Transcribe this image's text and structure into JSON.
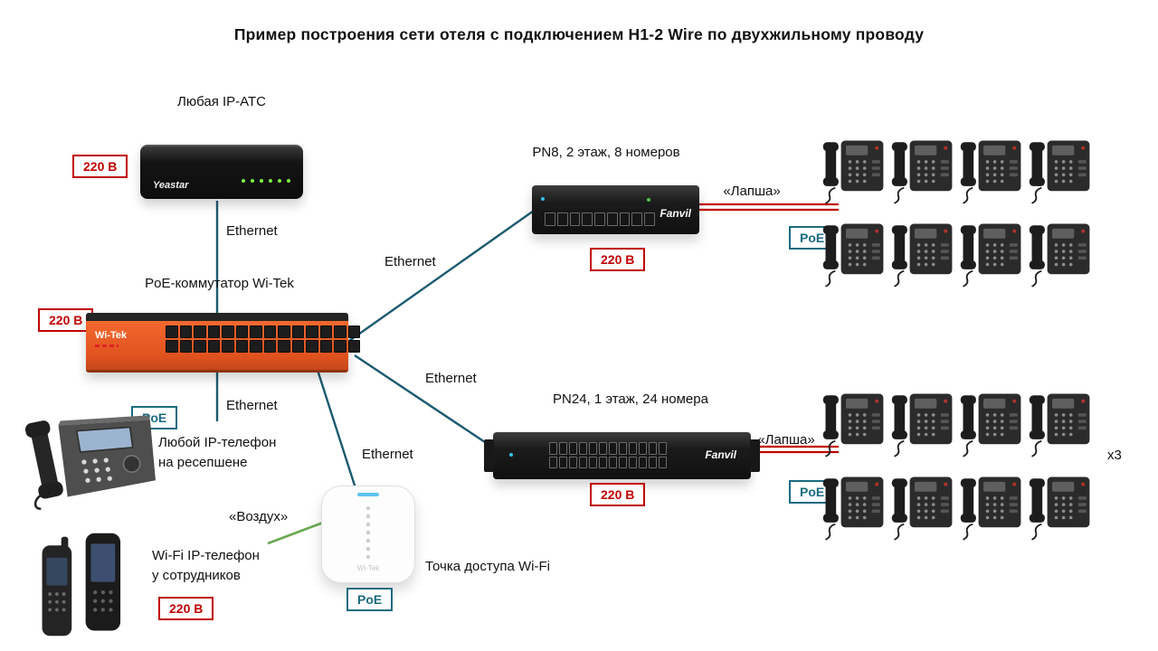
{
  "title": "Пример построения сети отеля с подключением H1-2 Wire по двухжильному проводу",
  "labels": {
    "pbx": "Любая IP-АТС",
    "poe_switch": "PoE-коммутатор Wi-Tek",
    "ethernet": "Ethernet",
    "reception_line1": "Любой IP-телефон",
    "reception_line2": "на ресепшене",
    "wifi_line1": "Wi-Fi IP-телефон",
    "wifi_line2": "у сотрудников",
    "air": "«Воздух»",
    "ap": "Точка доступа Wi-Fi",
    "pn8": "PN8, 2 этаж, 8 номеров",
    "pn24": "PN24, 1 этаж, 24 номера",
    "lapsha": "«Лапша»",
    "x3": "x3"
  },
  "badges": {
    "power": "220 В",
    "poe": "PoE"
  },
  "logos": {
    "yeastar": "Yeastar",
    "wi_tek": "Wi-Tek",
    "fanvil": "Fanvil"
  },
  "colors": {
    "ethernet_line": "#1c5a70",
    "lapsha_line": "#c00000",
    "air_line": "#6aa84f",
    "power_badge": "#c00000",
    "poe_badge": "#1b6b80",
    "switch_orange": "#f26322"
  },
  "phone_groups": [
    {
      "name": "floor2-rooms",
      "rows": 2,
      "cols": 4
    },
    {
      "name": "floor1-rooms",
      "rows": 2,
      "cols": 4
    }
  ]
}
